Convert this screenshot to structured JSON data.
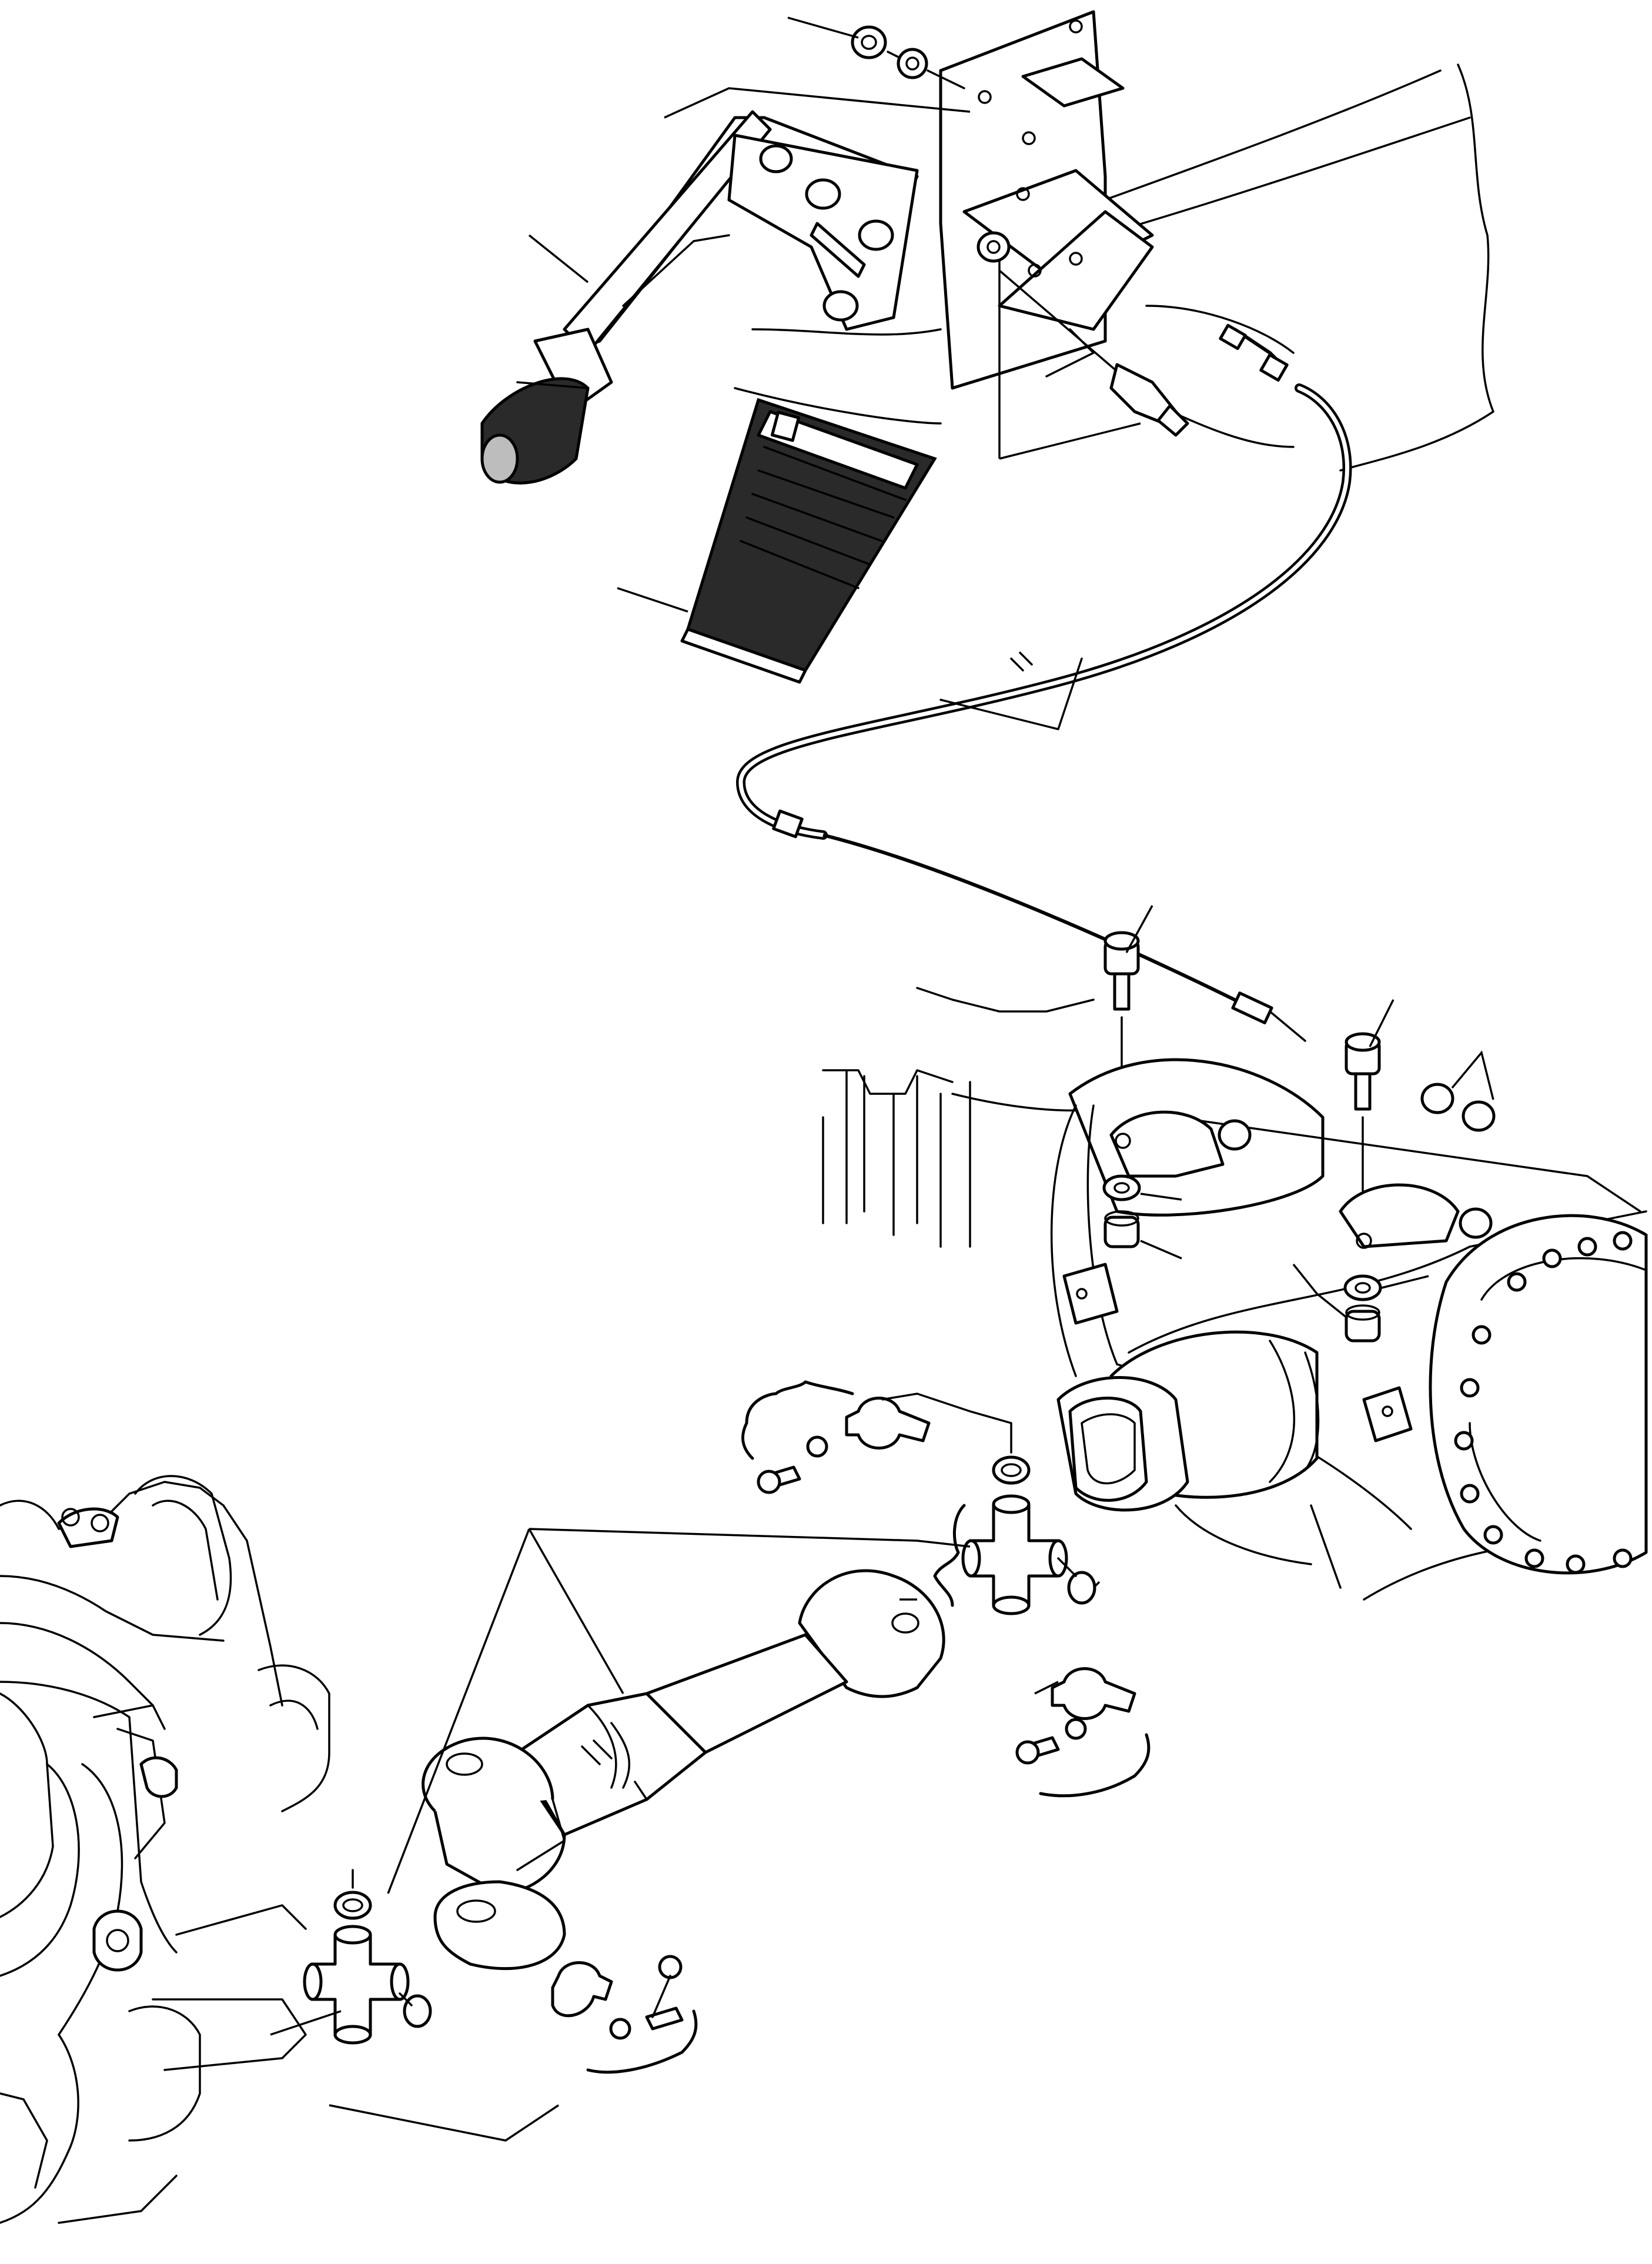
{
  "figure": {
    "callouts": [
      {
        "id": "nut-washer-top"
      },
      {
        "id": "bracket-plate"
      },
      {
        "id": "hand-brake-lever"
      },
      {
        "id": "pedal-pad"
      },
      {
        "id": "stop-light-switch"
      },
      {
        "id": "accelerator-cable"
      },
      {
        "id": "cable-end-fitting"
      },
      {
        "id": "cable-clamp-axle"
      },
      {
        "id": "nuts-axle"
      },
      {
        "id": "washer-left"
      },
      {
        "id": "nut-left"
      },
      {
        "id": "washer-right"
      },
      {
        "id": "nut-right"
      },
      {
        "id": "clamp-kit-upper"
      },
      {
        "id": "snap-ring-upper"
      },
      {
        "id": "universal-joint-upper"
      },
      {
        "id": "propeller-shaft"
      },
      {
        "id": "clamp-kit-middle"
      },
      {
        "id": "universal-joint-lower"
      },
      {
        "id": "clamp-kit-lower"
      }
    ]
  }
}
